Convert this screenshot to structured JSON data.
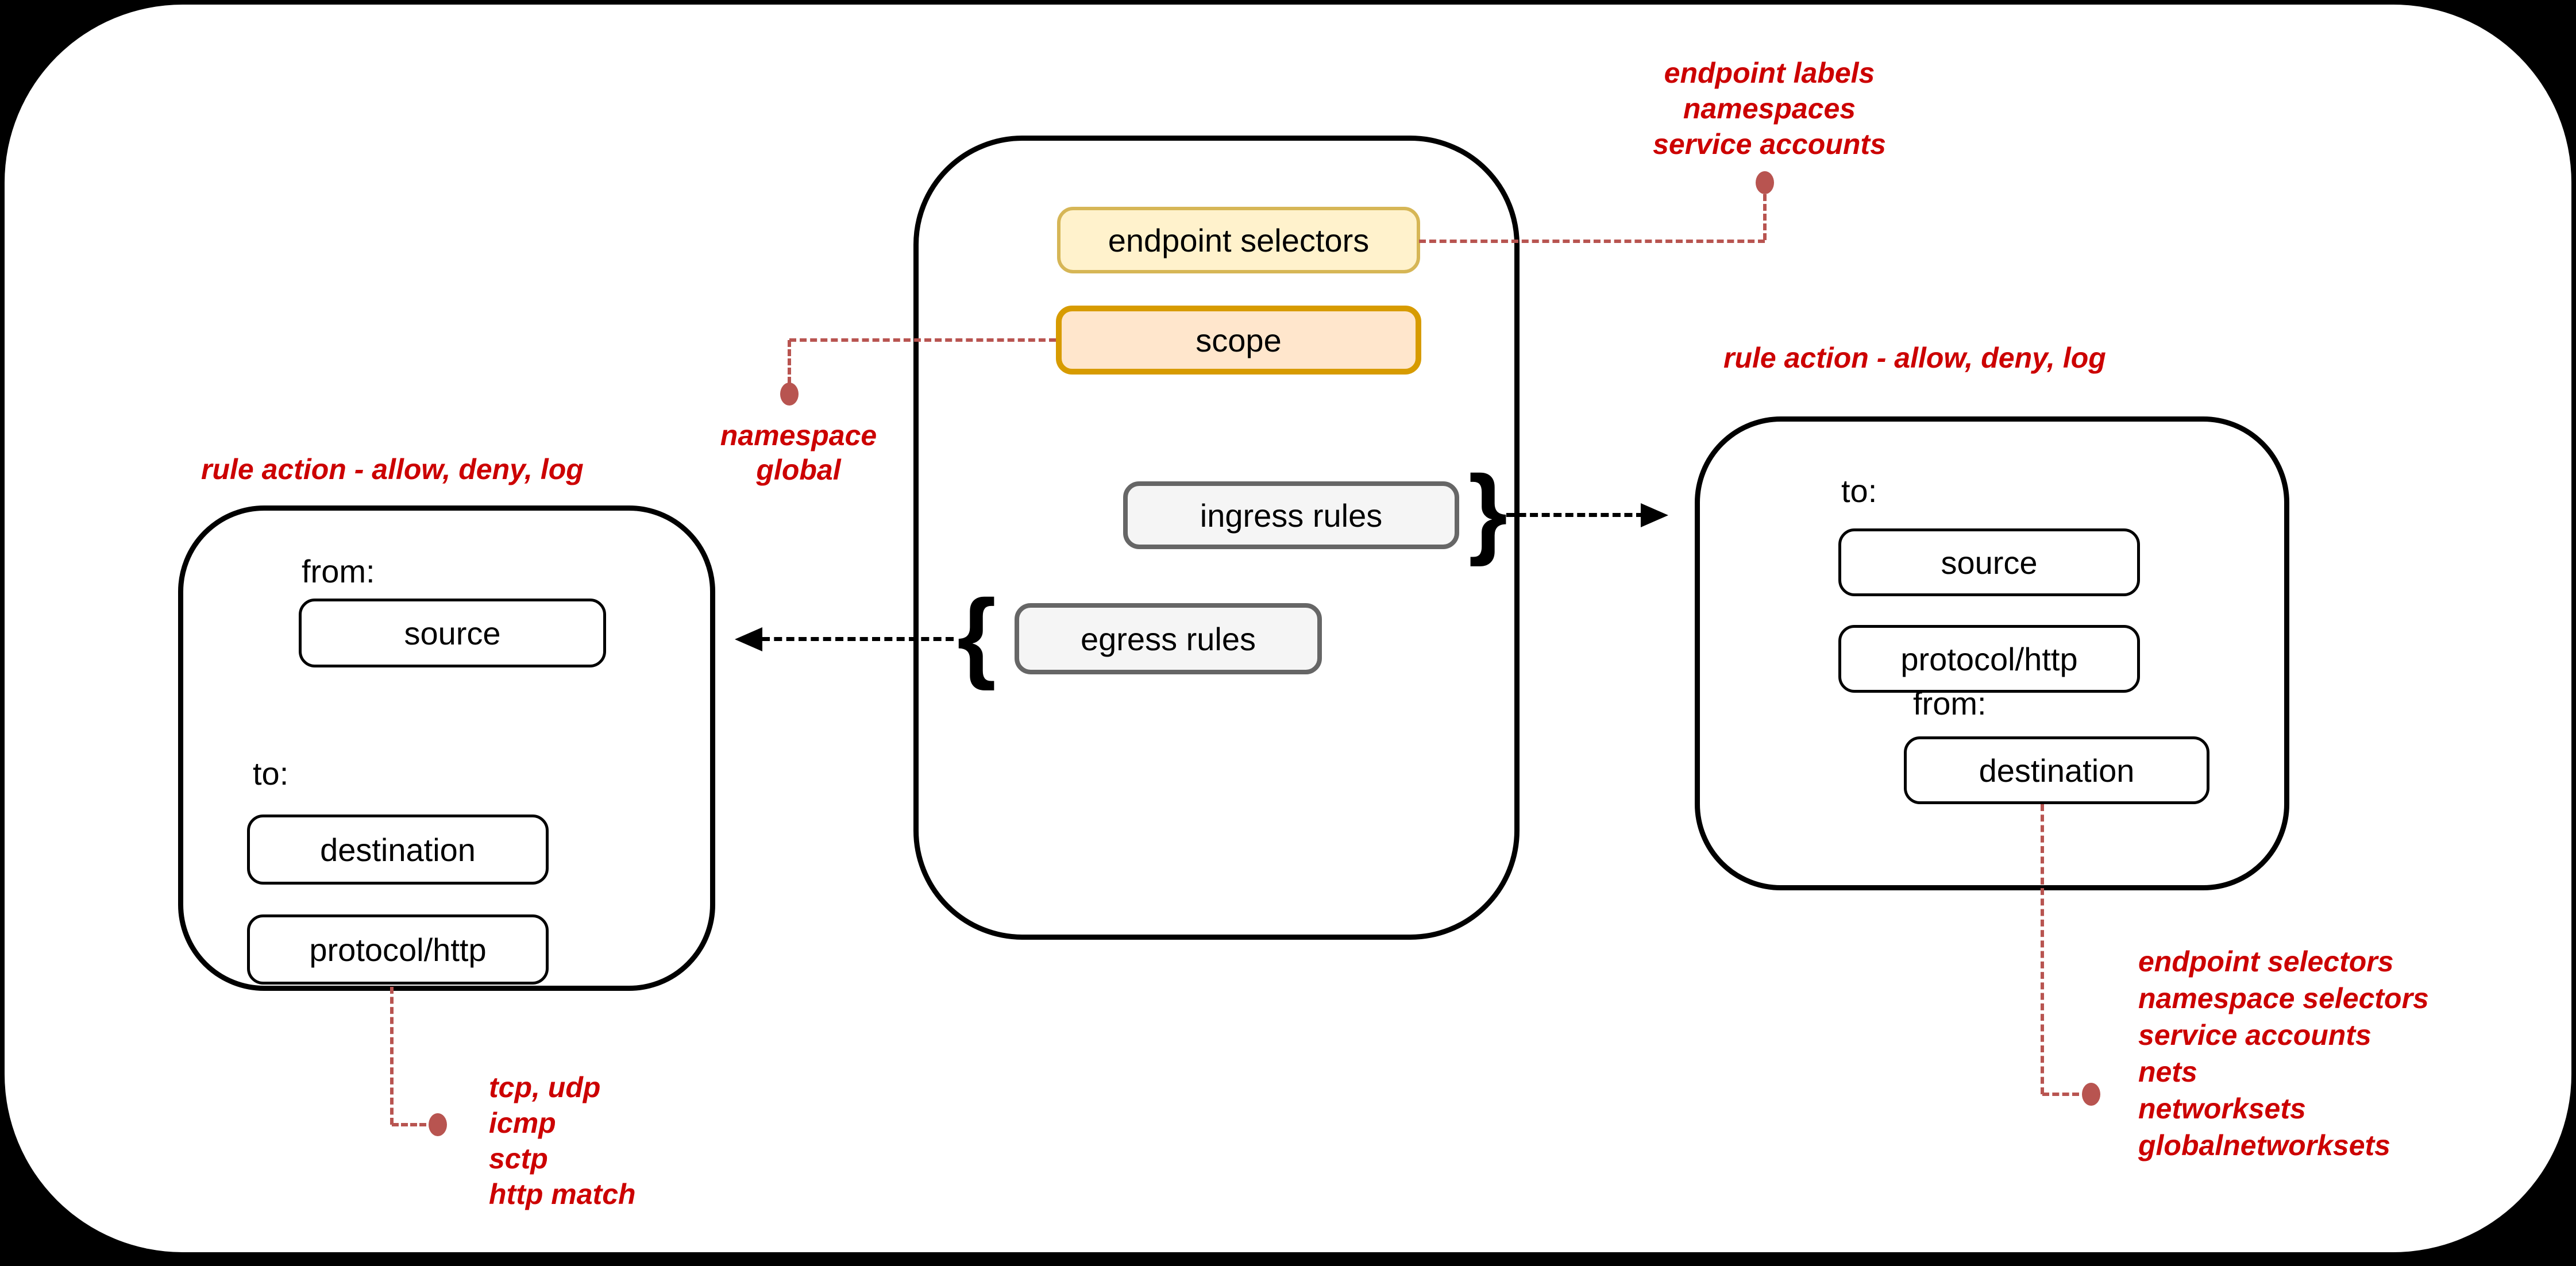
{
  "colors": {
    "page_background": "#000000",
    "sheet_background": "#ffffff",
    "annotation_red": "#CC0000",
    "connector_red": "#B85450",
    "endpoint_selectors_fill": "#FFF2CC",
    "endpoint_selectors_border": "#D6B656",
    "scope_fill": "#FFE6CC",
    "scope_border": "#D79B00",
    "rules_fill": "#F5F5F5",
    "rules_border": "#666666",
    "plain_box_border": "#000000"
  },
  "policy_container": {
    "endpoint_selectors": "endpoint selectors",
    "scope": "scope",
    "ingress_rules": "ingress rules",
    "egress_rules": "egress rules",
    "ingress_brace": "}",
    "egress_brace": "{"
  },
  "left_rule_box": {
    "title": "rule action - allow, deny, log",
    "from_label": "from:",
    "source": "source",
    "to_label": "to:",
    "destination": "destination",
    "protocol": "protocol/http"
  },
  "right_rule_box": {
    "title": "rule action - allow, deny, log",
    "to_label": "to:",
    "source": "source",
    "protocol": "protocol/http",
    "from_label": "from:",
    "destination": "destination"
  },
  "annotations": {
    "endpoint_selector_values": {
      "lines": [
        "endpoint labels",
        "namespaces",
        "service accounts"
      ]
    },
    "scope_values": {
      "lines": [
        "namespace",
        "global"
      ]
    },
    "protocol_values": {
      "lines": [
        "tcp, udp",
        "icmp",
        "sctp",
        "http match"
      ]
    },
    "destination_values": {
      "lines": [
        "endpoint selectors",
        "namespace selectors",
        "service accounts",
        "nets",
        "networksets",
        "globalnetworksets"
      ]
    }
  }
}
